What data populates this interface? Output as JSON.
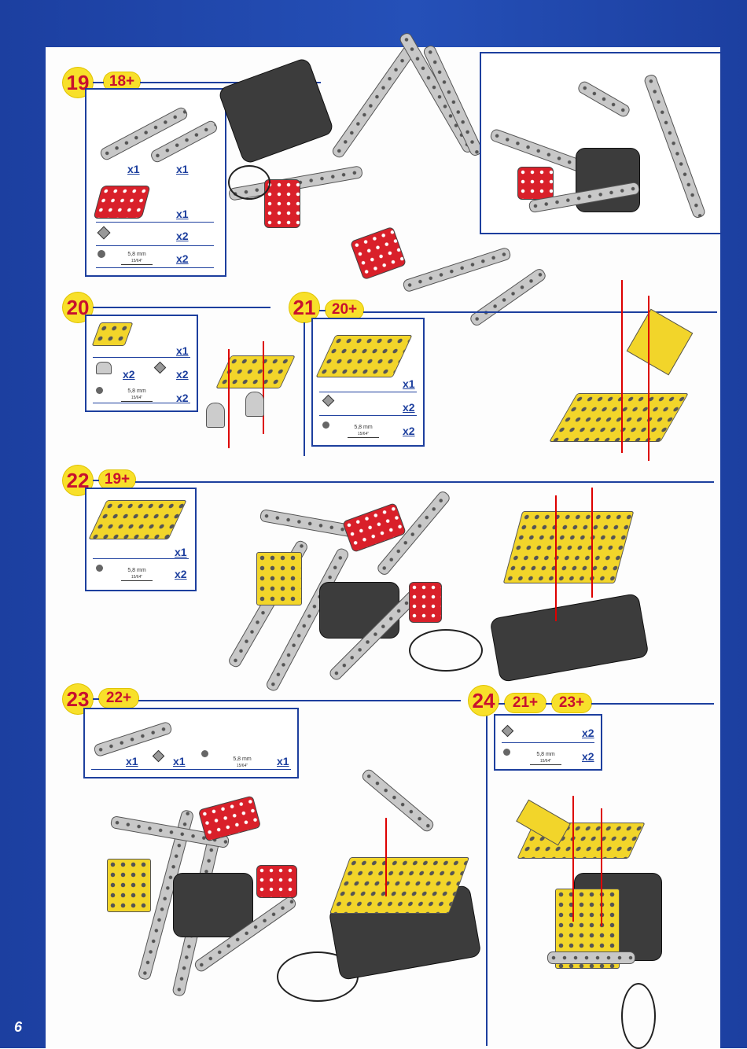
{
  "page": {
    "number": "6"
  },
  "steps": [
    {
      "num": "19",
      "ref": "18+",
      "parts": [
        {
          "name": "strip",
          "qty": "x1"
        },
        {
          "name": "strip",
          "qty": "x1"
        },
        {
          "name": "red-plate",
          "qty": "x1"
        },
        {
          "name": "nut",
          "qty": "x2"
        },
        {
          "name": "screw",
          "qty": "x2",
          "size": "5,8 mm",
          "size_in": "15/64\""
        }
      ]
    },
    {
      "num": "20",
      "ref": "",
      "parts": [
        {
          "name": "yellow-plate",
          "qty": "x1"
        },
        {
          "name": "bracket",
          "qty": "x2"
        },
        {
          "name": "nut",
          "qty": "x2"
        },
        {
          "name": "screw",
          "qty": "x2",
          "size": "5,8 mm",
          "size_in": "15/64\""
        }
      ]
    },
    {
      "num": "21",
      "ref": "20+",
      "parts": [
        {
          "name": "yellow-plate",
          "qty": "x1"
        },
        {
          "name": "nut",
          "qty": "x2"
        },
        {
          "name": "screw",
          "qty": "x2",
          "size": "5,8 mm",
          "size_in": "15/64\""
        }
      ]
    },
    {
      "num": "22",
      "ref": "19+",
      "parts": [
        {
          "name": "yellow-flanged-plate",
          "qty": "x1"
        },
        {
          "name": "screw",
          "qty": "x2",
          "size": "5,8 mm",
          "size_in": "15/64\""
        }
      ]
    },
    {
      "num": "23",
      "ref": "22+",
      "parts": [
        {
          "name": "angle-strip",
          "qty": "x1"
        },
        {
          "name": "nut",
          "qty": "x1"
        },
        {
          "name": "screw",
          "qty": "x1",
          "size": "5,8 mm",
          "size_in": "15/64\""
        }
      ]
    },
    {
      "num": "24",
      "ref": "21+",
      "ref2": "23+",
      "parts": [
        {
          "name": "nut",
          "qty": "x2"
        },
        {
          "name": "screw",
          "qty": "x2",
          "size": "5,8 mm",
          "size_in": "15/64\""
        }
      ]
    }
  ],
  "colors": {
    "blue": "#1d3f9e",
    "yellow": "#f8e02a",
    "red": "#c8102e"
  }
}
